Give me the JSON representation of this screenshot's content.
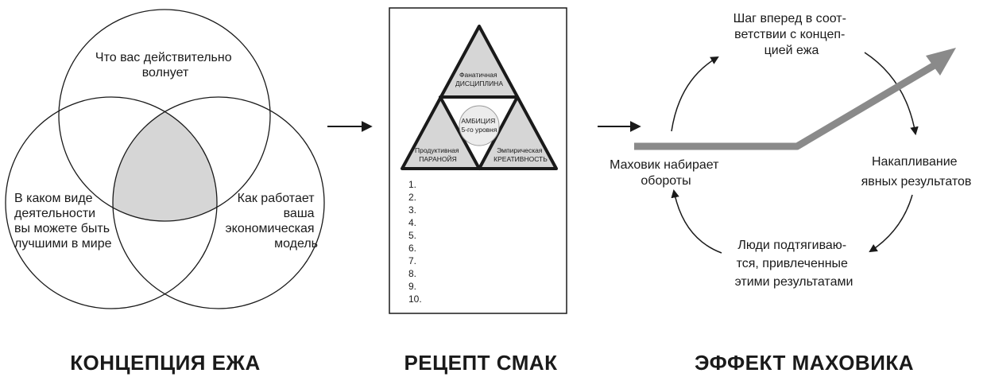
{
  "hedgehog": {
    "circle_top_label": [
      "Что вас действительно",
      "волнует"
    ],
    "circle_left_label": [
      "В каком виде",
      "деятельности",
      "вы можете быть",
      "лучшими в мире"
    ],
    "circle_right_label": [
      "Как работает",
      "ваша",
      "экономическая",
      "модель"
    ],
    "caption": "КОНЦЕПЦИЯ ЕЖА"
  },
  "smac": {
    "top_triangle": [
      "Фанатичная",
      "ДИСЦИПЛИНА"
    ],
    "center": [
      "АМБИЦИЯ",
      "5-го уровня"
    ],
    "left_triangle": [
      "Продуктивная",
      "ПАРАНОЙЯ"
    ],
    "right_triangle": [
      "Эмпирическая",
      "КРЕАТИВНОСТЬ"
    ],
    "list": [
      "1.",
      "2.",
      "3.",
      "4.",
      "5.",
      "6.",
      "7.",
      "8.",
      "9.",
      "10."
    ],
    "caption": "РЕЦЕПТ СМАК"
  },
  "flywheel": {
    "step_top": [
      "Шаг вперед в соот-",
      "ветствии с концеп-",
      "цией ежа"
    ],
    "step_right": [
      "Накапливание",
      "явных результатов"
    ],
    "step_bottom": [
      "Люди подтягиваю-",
      "тся, привлеченные",
      "этими результатами"
    ],
    "step_left": [
      "Маховик набирает",
      "обороты"
    ],
    "caption": "ЭФФЕКТ МАХОВИКА"
  },
  "colors": {
    "ink": "#1a1a1a",
    "shade": "#d6d6d6",
    "bar": "#8a8a8a",
    "center_fill": "#ececec"
  }
}
